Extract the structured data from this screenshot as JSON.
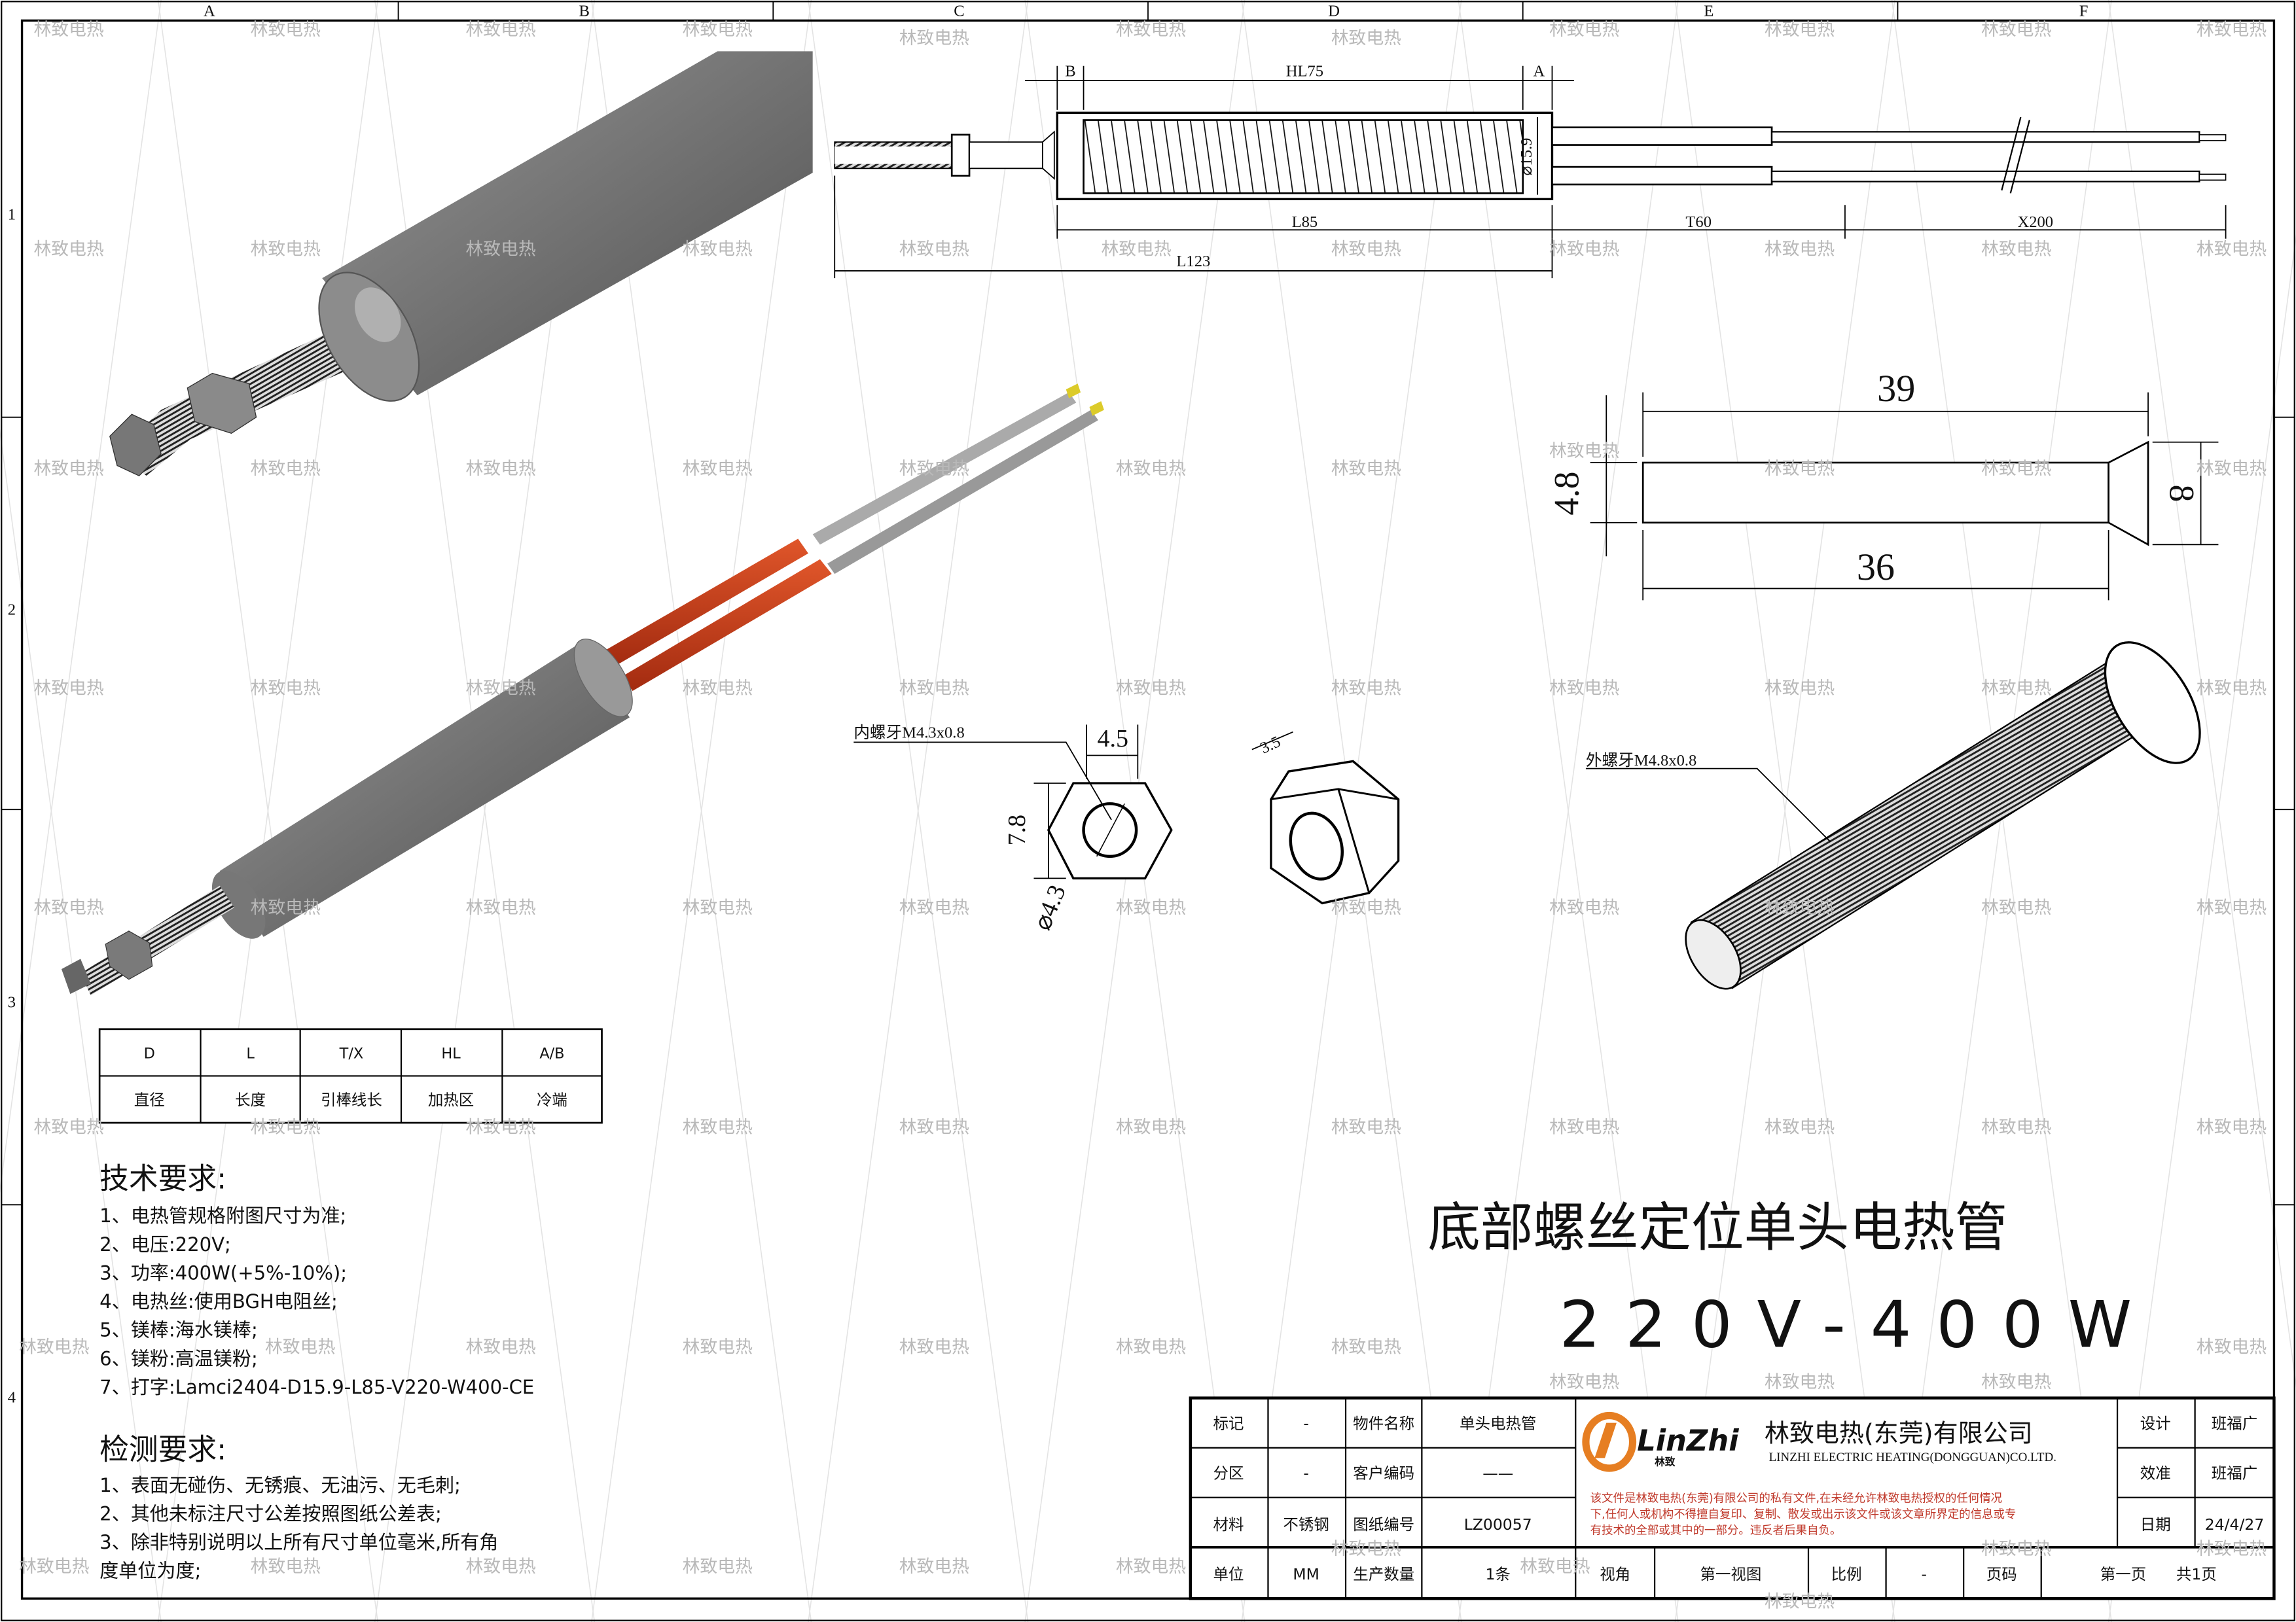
{
  "watermark": "林致电热",
  "frame": {
    "columns": [
      "A",
      "B",
      "C",
      "D",
      "E",
      "F"
    ],
    "rows": [
      "1",
      "2",
      "3",
      "4"
    ]
  },
  "top_drawing": {
    "dim_b": "B",
    "dim_hl": "HL75",
    "dim_a": "A",
    "dim_diameter": "⌀15.9",
    "dim_l": "L85",
    "dim_t": "T60",
    "dim_x": "X200",
    "dim_total": "L123"
  },
  "screw_drawing": {
    "dim_total": "39",
    "dim_shaft": "36",
    "dim_shaft_dia": "4.8",
    "dim_head_dia": "8",
    "thread_note": "外螺牙M4.8x0.8"
  },
  "nut_drawing": {
    "thread_note": "内螺牙M4.3x0.8",
    "dim_width": "4.5",
    "dim_height": "7.8",
    "dim_bore": "⌀4.3",
    "dim_thickness": "3.5"
  },
  "legend_table": {
    "headers": [
      "D",
      "L",
      "T/X",
      "HL",
      "A/B"
    ],
    "labels": [
      "直径",
      "长度",
      "引棒线长",
      "加热区",
      "冷端"
    ]
  },
  "tech_requirements": {
    "title": "技术要求:",
    "items": [
      "1、电热管规格附图尺寸为准;",
      "2、电压:220V;",
      "3、功率:400W(+5%-10%);",
      "4、电热丝:使用BGH电阻丝;",
      "5、镁棒:海水镁棒;",
      "6、镁粉:高温镁粉;",
      "7、打字:Lamci2404-D15.9-L85-V220-W400-CE"
    ]
  },
  "inspection_requirements": {
    "title": "检测要求:",
    "items": [
      "1、表面无碰伤、无锈痕、无油污、无毛刺;",
      "2、其他未标注尺寸公差按照图纸公差表;",
      "3、除非特别说明以上所有尺寸单位毫米,所有角",
      "度单位为度;"
    ]
  },
  "product_title": "底部螺丝定位单头电热管",
  "product_spec": "220V-400W",
  "title_block": {
    "mark_label": "标记",
    "mark_value": "-",
    "part_name_label": "物件名称",
    "part_name_value": "单头电热管",
    "zone_label": "分区",
    "zone_value": "-",
    "customer_code_label": "客户编码",
    "customer_code_value": "——",
    "material_label": "材料",
    "material_value": "不锈钢",
    "drawing_no_label": "图纸编号",
    "drawing_no_value": "LZ00057",
    "unit_label": "单位",
    "unit_value": "MM",
    "quantity_label": "生产数量",
    "quantity_value": "1条",
    "view_label": "视角",
    "view_value": "第一视图",
    "scale_label": "比例",
    "scale_value": "-",
    "page_label": "页码",
    "page_value": "第一页",
    "page_total": "共1页",
    "design_label": "设计",
    "design_value": "班福广",
    "check_label": "效准",
    "check_value": "班福广",
    "date_label": "日期",
    "date_value": "24/4/27",
    "logo_text": "LinZhi",
    "logo_sub": "林致",
    "company_cn": "林致电热(东莞)有限公司",
    "company_en": "LINZHI ELECTRIC HEATING(DONGGUAN)CO.LTD.",
    "notice_lines": [
      "该文件是林致电热(东莞)有限公司的私有文件,在未经允许林致电热授权的任何情况",
      "下,任何人或机构不得擅自复印、复制、散发或出示该文件或该文章所界定的信息或专",
      "有技术的全部或其中的一部分。违反者后果自负。"
    ]
  },
  "colors": {
    "accent": "#e67e22",
    "notice": "#c0392b",
    "lead_red": "#c63a17"
  }
}
